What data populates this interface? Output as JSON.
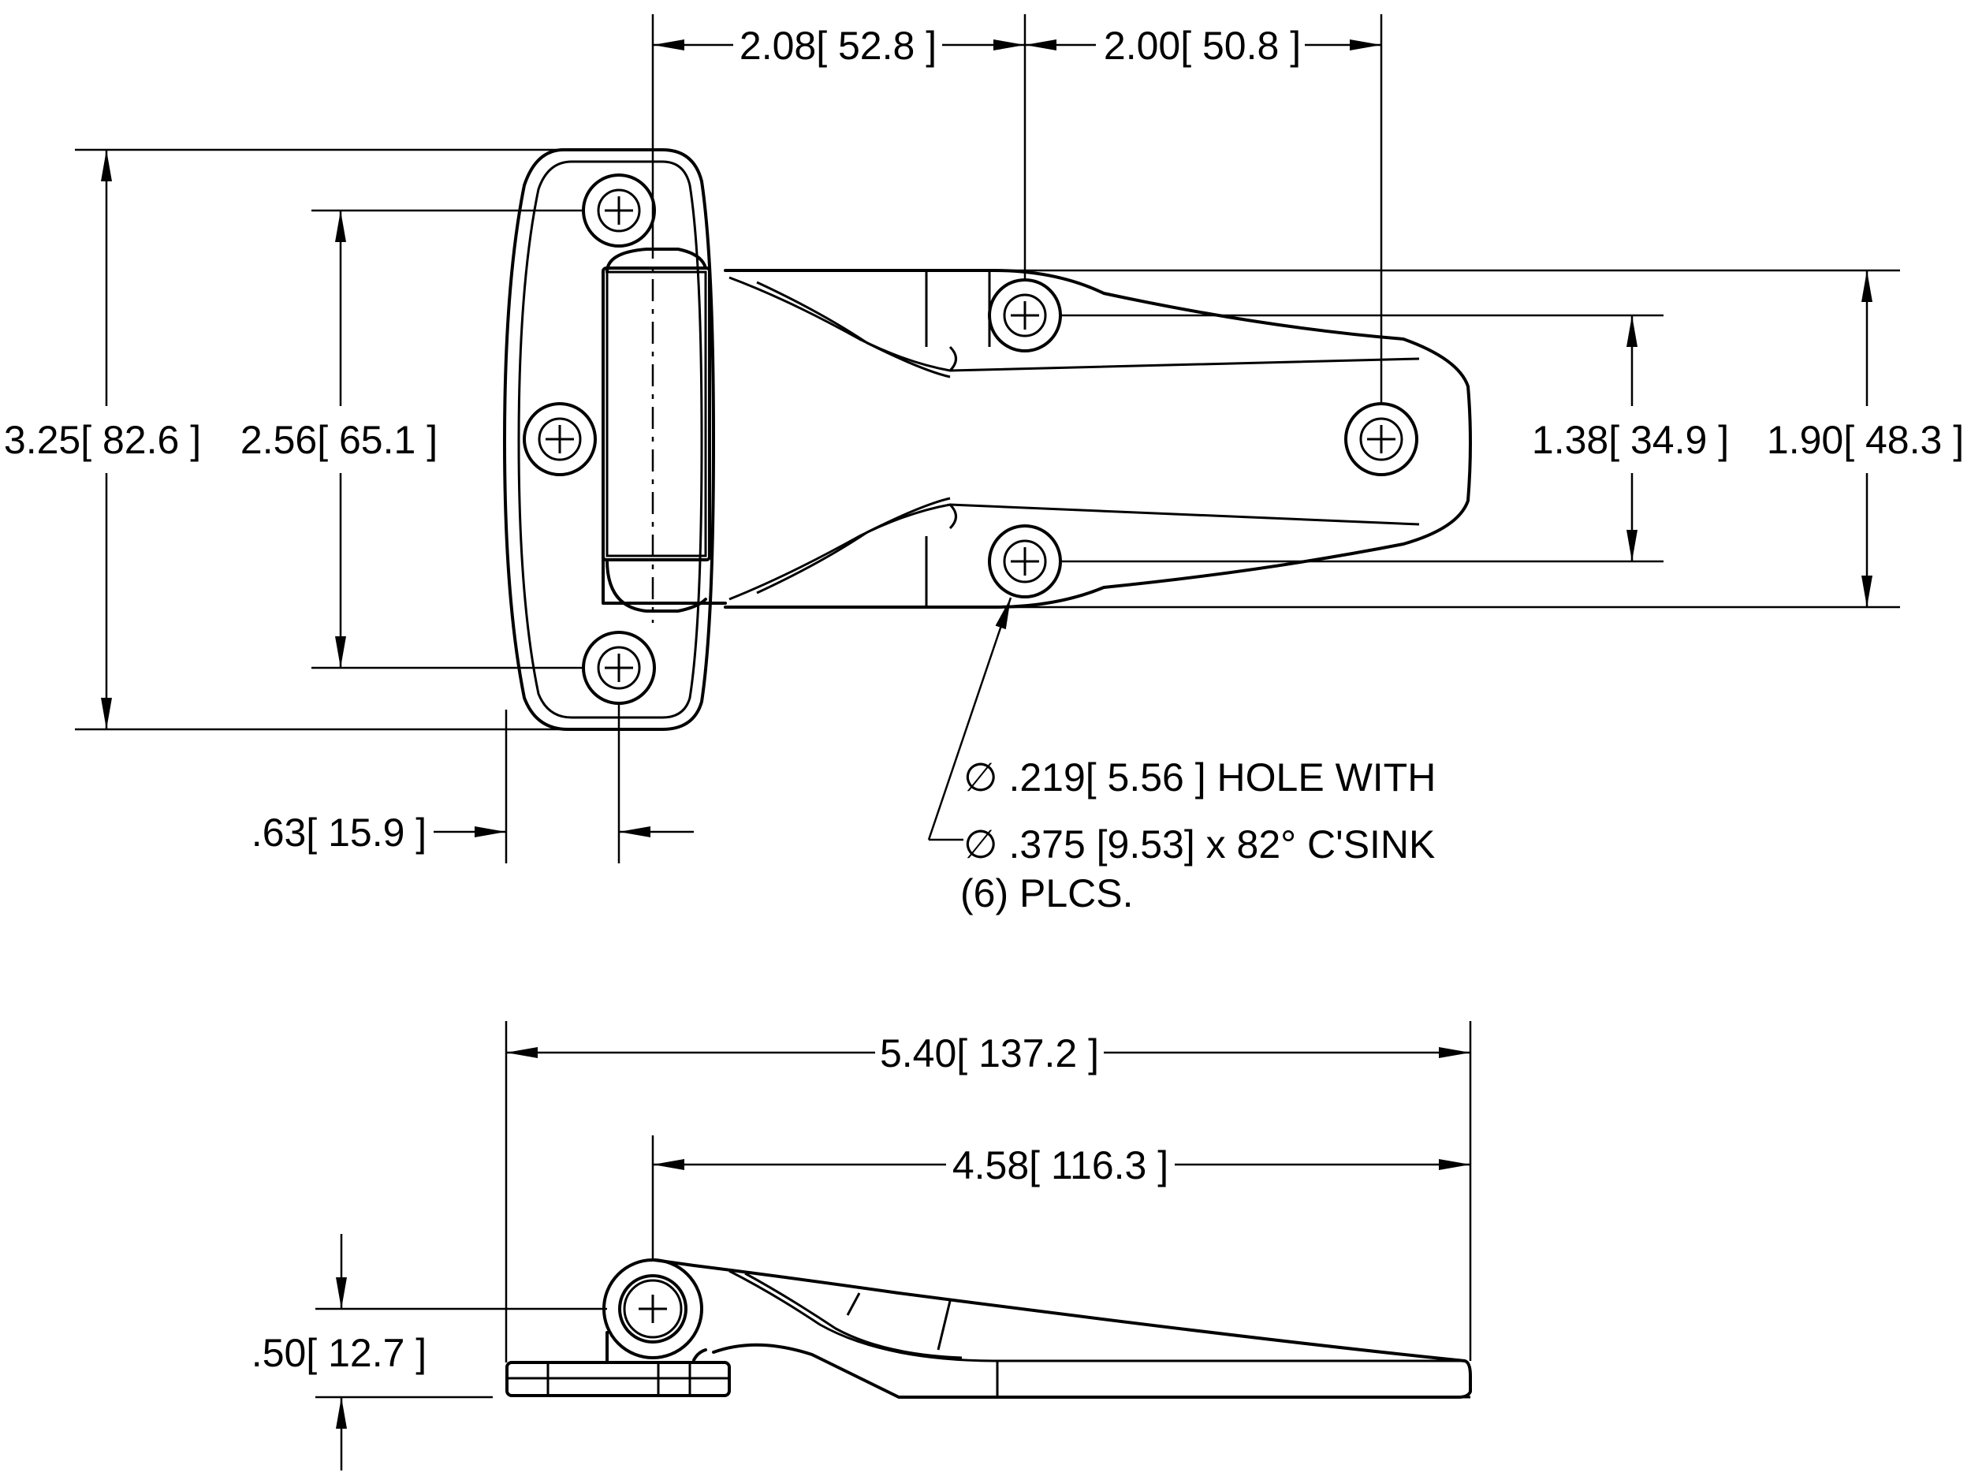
{
  "dimensions": {
    "top_left_span": "2.08[ 52.8 ]",
    "top_right_span": "2.00[ 50.8 ]",
    "overall_plate_height": "3.25[ 82.6 ]",
    "plate_hole_spacing": "2.56[ 65.1 ]",
    "strap_hole_spacing": "1.38[ 34.9 ]",
    "strap_width": "1.90[ 48.3 ]",
    "plate_edge_to_hole": ".63[ 15.9 ]",
    "overall_length": "5.40[ 137.2 ]",
    "pin_to_end_length": "4.58[ 116.3 ]",
    "pin_height": ".50[ 12.7 ]"
  },
  "hole_note": {
    "line1": "∅ .219[ 5.56 ] HOLE WITH",
    "line2": "∅ .375 [9.53] x 82° C'SINK",
    "line3": "(6) PLCS."
  }
}
